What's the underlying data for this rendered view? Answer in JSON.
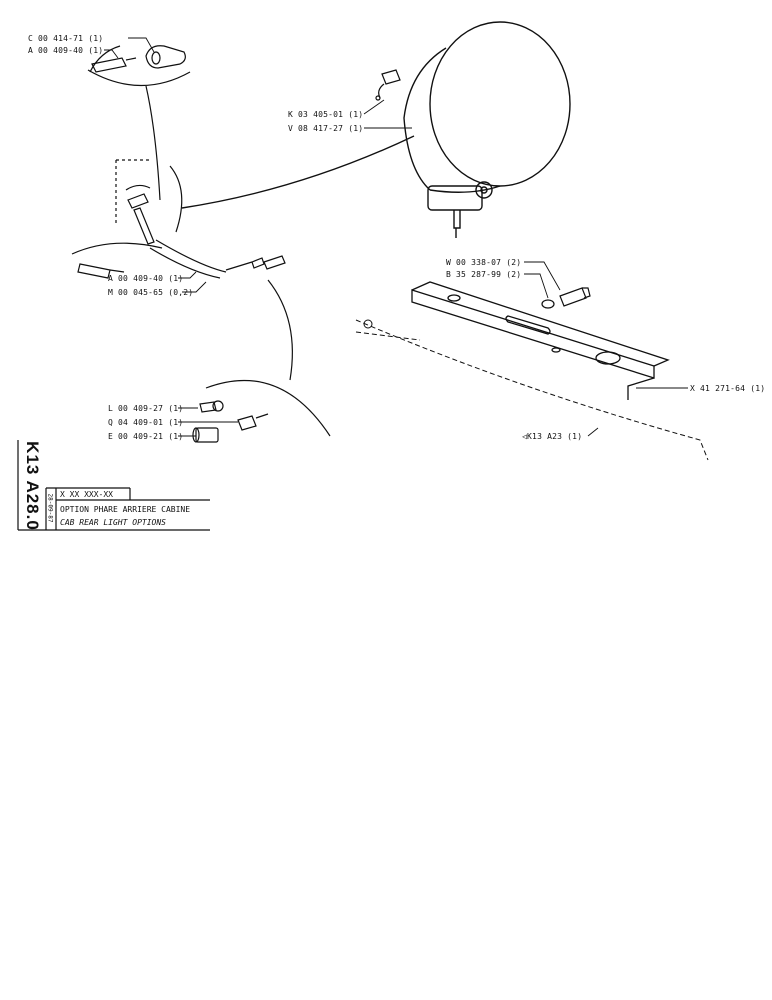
{
  "part_labels": {
    "connector_cover": "C 00 414-71 (1)",
    "terminal_top": "A 00 409-40 (1)",
    "bulb": "K 03 405-01 (1)",
    "lamp": "V 08 417-27 (1)",
    "washer": "W 00 338-07 (2)",
    "screw": "B 35 287-99 (2)",
    "terminal_mid": "A 00 409-40 (1)",
    "harness": "M 00 045-65 (0,2)",
    "ring_terminal": "L 00 409-27 (1)",
    "fastener": "Q 04 409-01 (1)",
    "plug": "E 00 409-21 (1)",
    "bracket": "X 41 271-64 (1)",
    "cab_ref": "K13  A23 (1)"
  },
  "title_block": {
    "drawing_code": "K13 A28.0",
    "serial": "X XX XXX-XX",
    "date": "28-09-87",
    "title_fr": "OPTION PHARE ARRIERE CABINE",
    "title_en": "CAB REAR LIGHT OPTIONS"
  }
}
